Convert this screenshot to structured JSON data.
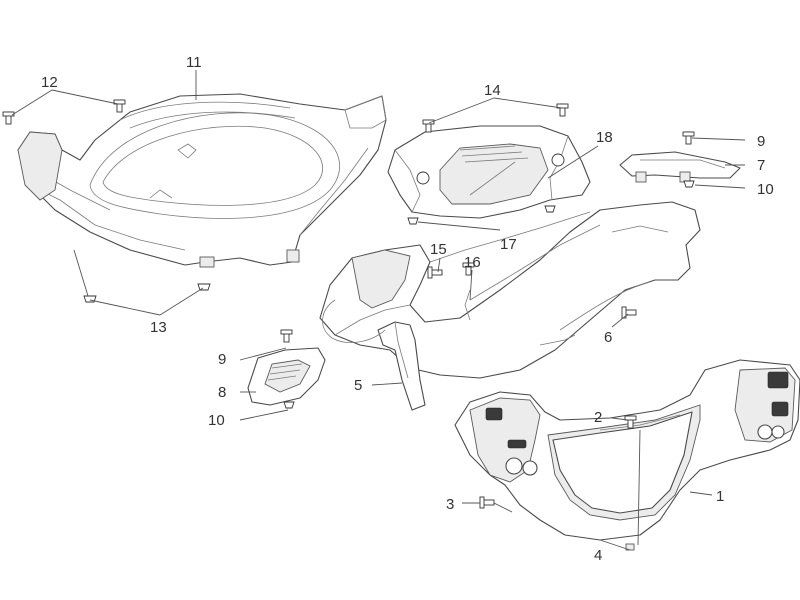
{
  "diagram": {
    "callouts": {
      "c11": "11",
      "c12": "12",
      "c13": "13",
      "c14": "14",
      "c18": "18",
      "c9a": "9",
      "c7": "7",
      "c10a": "10",
      "c17": "17",
      "c15": "15",
      "c16": "16",
      "c6": "6",
      "c9b": "9",
      "c8": "8",
      "c10b": "10",
      "c5": "5",
      "c2": "2",
      "c1": "1",
      "c3": "3",
      "c4": "4"
    }
  }
}
